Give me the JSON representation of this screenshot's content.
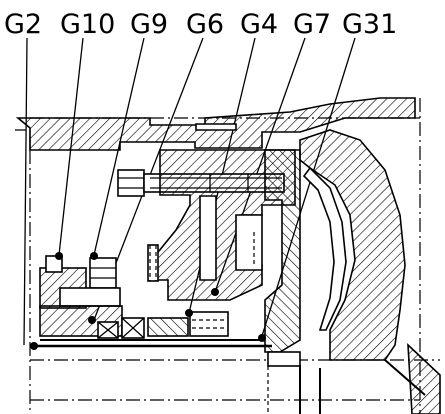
{
  "labels": {
    "g2": "G2",
    "g10": "G10",
    "g9": "G9",
    "g6": "G6",
    "g4": "G4",
    "g7": "G7",
    "g31": "G31"
  },
  "colors": {
    "ink": "#000000",
    "paper": "#ffffff"
  }
}
